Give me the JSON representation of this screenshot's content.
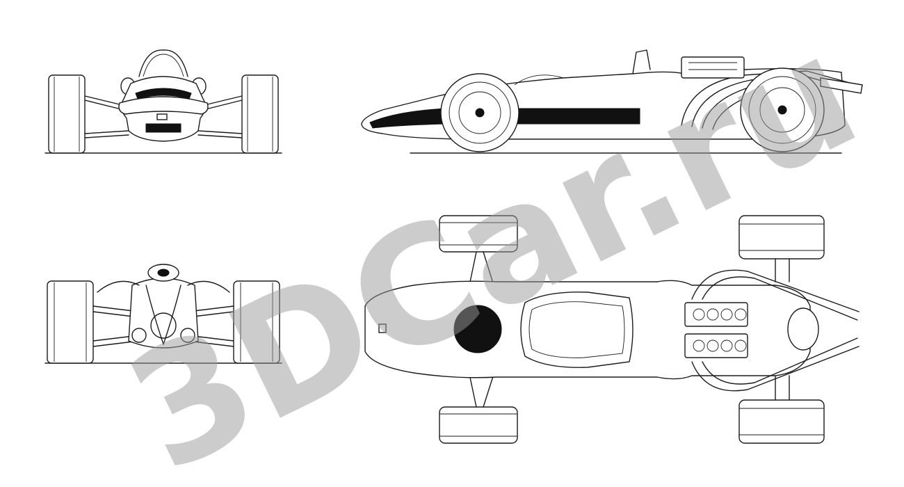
{
  "drawing": {
    "views": [
      "front",
      "side",
      "rear",
      "top"
    ],
    "line_color": "#1a1a1a",
    "background": "#ffffff",
    "roundel_color": "#111111"
  },
  "watermark": {
    "text": "3DCar.ru",
    "color": "#9a9a9a"
  }
}
